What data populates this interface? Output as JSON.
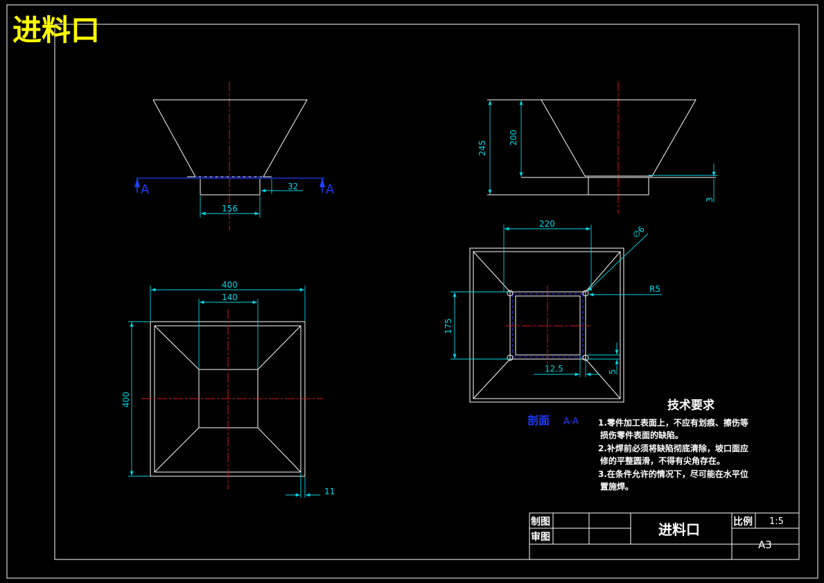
{
  "title": "进料口",
  "section_views": {
    "mark_left": "A",
    "mark_right": "A",
    "label_cn": "剖面",
    "label_code": "A-A"
  },
  "dimensions": {
    "front_bottom_width": "156",
    "front_side_gap": "32",
    "side_total_height": "245",
    "side_hopper_height": "200",
    "side_plate_thickness": "3",
    "top_outer_width": "400",
    "top_inner_width": "140",
    "top_outer_height": "400",
    "top_wall_thickness": "11",
    "section_width": "220",
    "section_hole_dia": "∅6",
    "section_radius": "R5",
    "section_height": "175",
    "section_flange": "12.5",
    "section_thickness": "5"
  },
  "tech_requirements": {
    "heading": "技术要求",
    "lines": [
      "1.零件加工表面上，不应有划痕、擦伤等",
      "损伤零件表面的缺陷。",
      "2.补焊前必须将缺陷彻底清除，坡口面应",
      "修的平整圆滑，不得有尖角存在。",
      "3.在条件允许的情况下，尽可能在水平位",
      "置施焊。"
    ]
  },
  "title_block": {
    "drawn_by": "制图",
    "reviewed_by": "审图",
    "part_name": "进料口",
    "scale_label": "比例",
    "scale_value": "1:5",
    "sheet_size": "A3"
  },
  "colors": {
    "background": "#000000",
    "outline": "#ffffff",
    "dimension": "#00d8e8",
    "centerline": "#e01818",
    "section_mark": "#1e3cff",
    "title_text": "#ffff00"
  }
}
